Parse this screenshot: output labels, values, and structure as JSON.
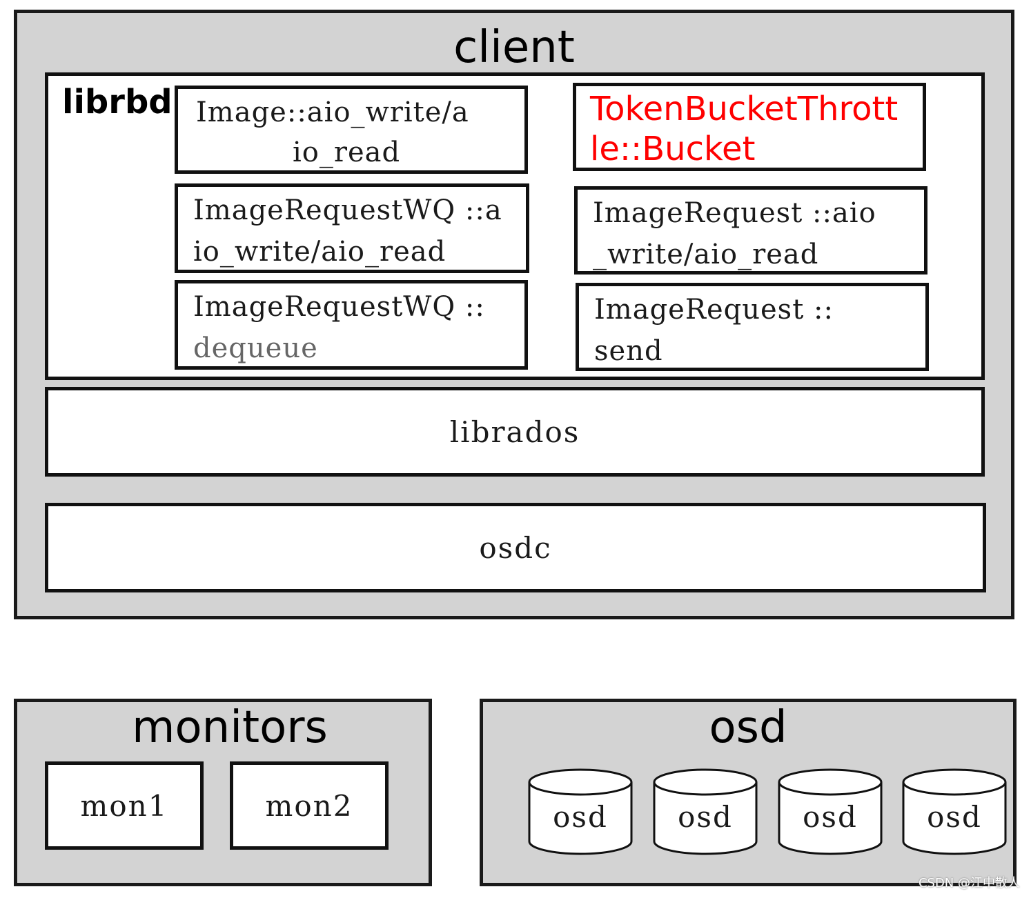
{
  "client": {
    "title": "client",
    "librbd": {
      "label": "librbd",
      "left_boxes": [
        {
          "line1": "Image::aio_write/a",
          "line2": "io_read"
        },
        {
          "line1": "ImageRequestWQ ::a",
          "line2": "io_write/aio_read"
        },
        {
          "line1": "ImageRequestWQ ::",
          "line2": "dequeue"
        }
      ],
      "right_boxes": [
        {
          "line1": "TokenBucketThrott",
          "line2": "le::Bucket",
          "color": "#ff0000"
        },
        {
          "line1": "ImageRequest ::aio",
          "line2": "_write/aio_read"
        },
        {
          "line1": "ImageRequest ::",
          "line2": "send"
        }
      ]
    },
    "librados": "librados",
    "osdc": "osdc"
  },
  "monitors": {
    "title": "monitors",
    "items": [
      "mon1",
      "mon2"
    ]
  },
  "osd": {
    "title": "osd",
    "disks": [
      "osd",
      "osd",
      "osd",
      "osd"
    ]
  },
  "watermark": "CSDN @江中散人"
}
